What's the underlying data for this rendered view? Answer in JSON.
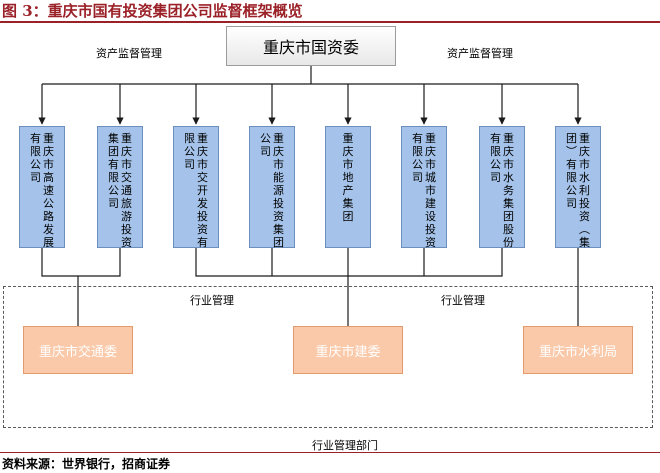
{
  "header": {
    "title": "图 3：重庆市国有投资集团公司监督框架概览"
  },
  "diagram": {
    "root": "重庆市国资委",
    "asset_label_left": "资产监督管理",
    "asset_label_right": "资产监督管理",
    "industry_label_left": "行业管理",
    "industry_label_right": "行业管理",
    "department_label": "行业管理部门",
    "enterprises": [
      {
        "name": "重庆市高速公路发展有限公司",
        "cols": [
          "重庆市高速公路发展",
          "有限公司"
        ]
      },
      {
        "name": "重庆市交通旅游投资集团有限公司",
        "cols": [
          "重庆市交通旅游投资",
          "集团有限公司"
        ]
      },
      {
        "name": "重庆市交开发投资有限公司",
        "cols": [
          "重庆市交开发投资有",
          "限公司"
        ]
      },
      {
        "name": "重庆市能源投资集团公司",
        "cols": [
          "重庆市能源投资集团",
          "公司"
        ]
      },
      {
        "name": "重庆市地产集团",
        "cols": [
          "重庆市地产集团"
        ]
      },
      {
        "name": "重庆市城市建设投资有限公司",
        "cols": [
          "重庆市城市建设投资",
          "有限公司"
        ]
      },
      {
        "name": "重庆市水务集团股份有限公司",
        "cols": [
          "重庆市水务集团股份",
          "有限公司"
        ]
      },
      {
        "name": "重庆市水利投资（集团）有限公司",
        "cols": [
          "重庆市水利投资︵集",
          "团︶有限公司"
        ]
      }
    ],
    "regulators": [
      "重庆市交通委",
      "重庆市建委",
      "重庆市水利局"
    ]
  },
  "footer": {
    "source": "资料来源：世界银行，招商证券"
  },
  "colors": {
    "title": "#9b2128",
    "enterprise_fill": "#a5c3ea",
    "regulator_fill": "#fac9a9",
    "line": "#1a1a1a"
  }
}
